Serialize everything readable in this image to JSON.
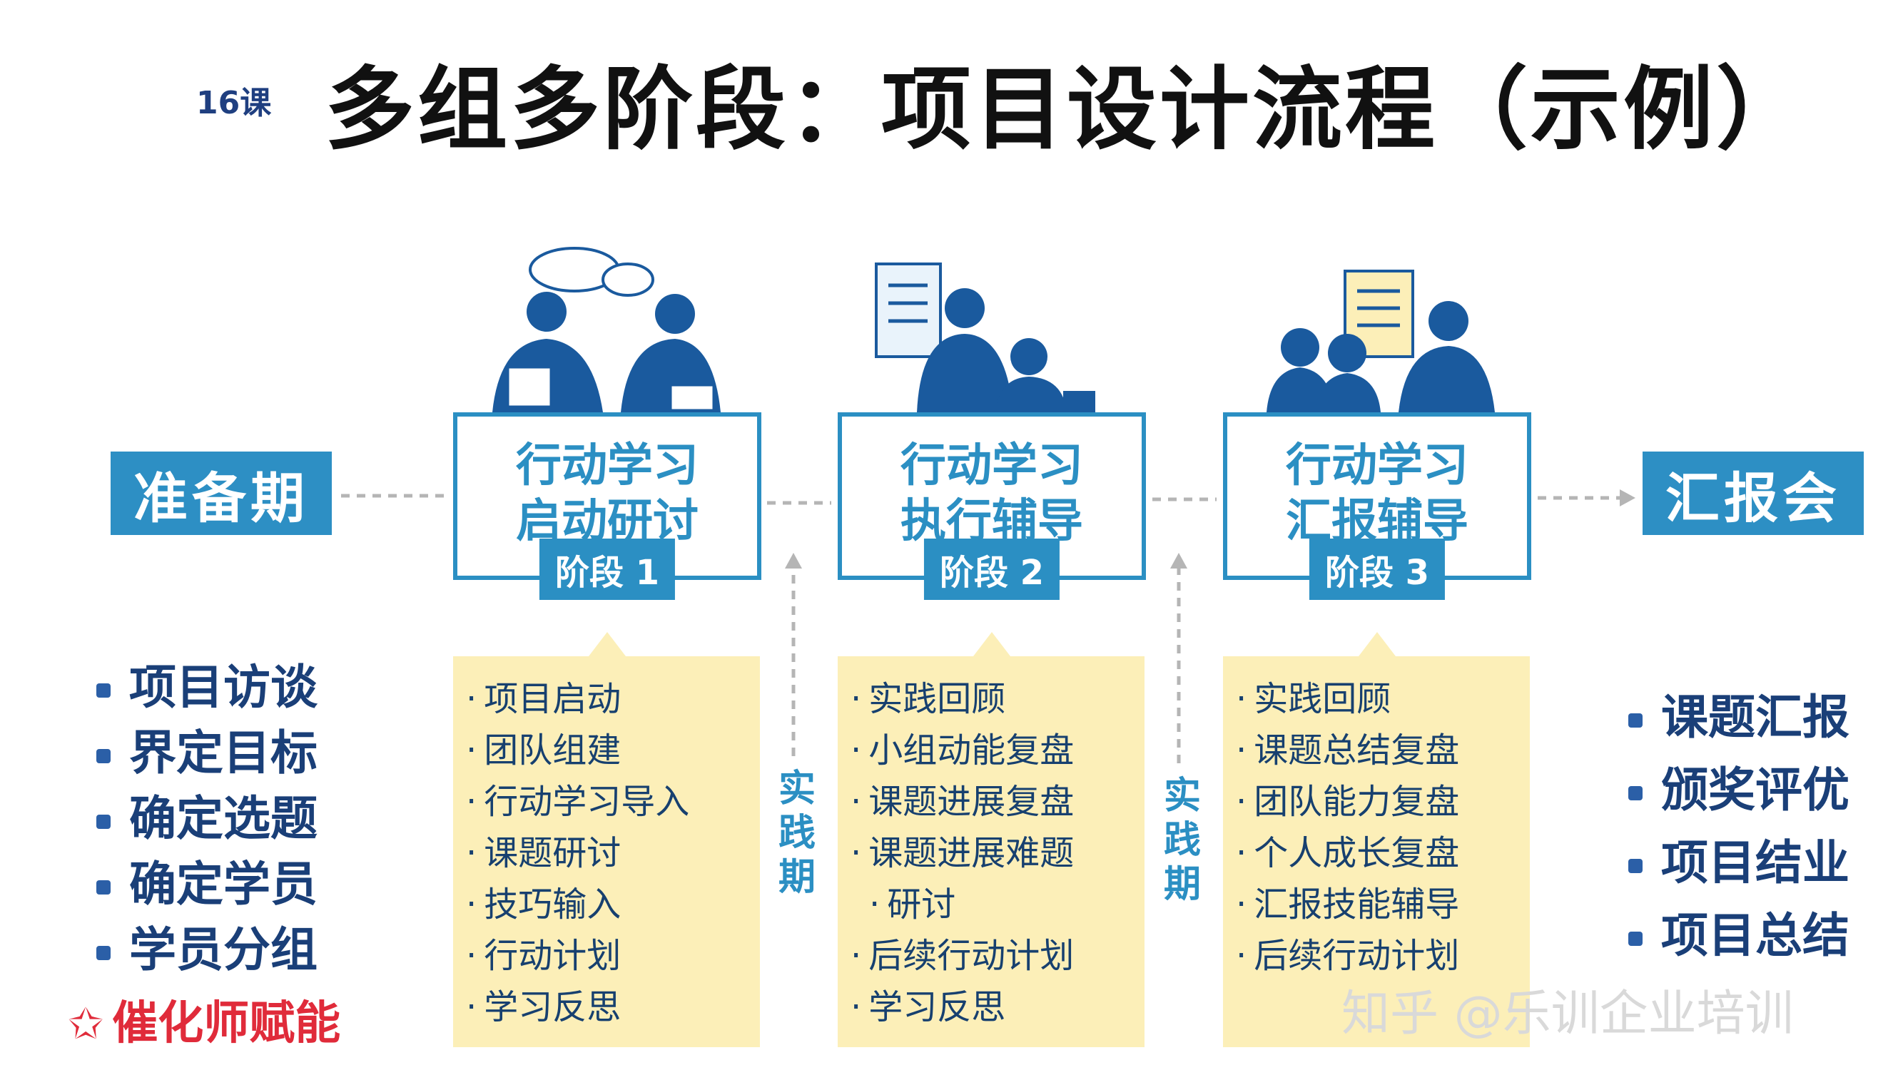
{
  "course_label": "16课",
  "title": "多组多阶段：项目设计流程（示例）",
  "prep": {
    "label": "准备期"
  },
  "report": {
    "label": "汇报会"
  },
  "stages": [
    {
      "line1": "行动学习",
      "line2": "启动研讨",
      "tag": "阶段 1",
      "items": [
        "项目启动",
        "团队组建",
        "行动学习导入",
        "课题研讨",
        "技巧输入",
        "行动计划",
        "学习反思"
      ]
    },
    {
      "line1": "行动学习",
      "line2": "执行辅导",
      "tag": "阶段 2",
      "items": [
        "实践回顾",
        "小组动能复盘",
        "课题进展复盘",
        "课题进展难题",
        "研讨",
        "后续行动计划",
        "学习反思"
      ]
    },
    {
      "line1": "行动学习",
      "line2": "汇报辅导",
      "tag": "阶段 3",
      "items": [
        "实践回顾",
        "课题总结复盘",
        "团队能力复盘",
        "个人成长复盘",
        "汇报技能辅导",
        "后续行动计划"
      ]
    }
  ],
  "prep_items": [
    "项目访谈",
    "界定目标",
    "确定选题",
    "确定学员",
    "学员分组"
  ],
  "catalyst": "催化师赋能",
  "report_items": [
    "课题汇报",
    "颁奖评优",
    "项目结业",
    "项目总结"
  ],
  "practice": [
    "实",
    "践",
    "期"
  ],
  "watermark": "知乎 @乐训企业培训",
  "colors": {
    "accent": "#2b8fc3",
    "note_bg": "#fcefb8",
    "figure": "#1a5a9e",
    "highlight": "#e02b3a"
  },
  "icons": [
    "people-discussion-icon",
    "teacher-presentation-icon",
    "team-presentation-icon"
  ]
}
